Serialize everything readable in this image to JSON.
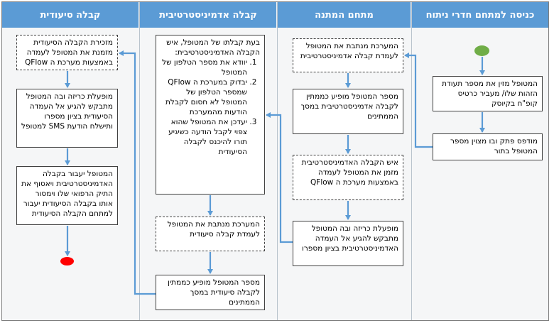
{
  "lanes": [
    {
      "id": "entry",
      "title": "כניסה למתחם חדרי ניתוח"
    },
    {
      "id": "waiting",
      "title": "מתחם המתנה"
    },
    {
      "id": "admin",
      "title": "קבלה אדמיניסטרטיבית"
    },
    {
      "id": "nursing",
      "title": "קבלה סיעודית"
    }
  ],
  "nodes": {
    "entry_1": "המטופל מזין את מספר תעודת הזהות שלו/ מעביר כרטיס קופ\"ח בקיוסק",
    "entry_2": "מודפס פתק ובו מצוין מספר המטופל בתור",
    "wait_1": "המערכת מנתבת את המטופל לעמדת קבלה אדמיניסטרטיבית",
    "wait_2": "מספר המטופל מופיע כממתין לקבלה אדמיניסטרטיבית במסך הממתינים",
    "wait_3": "איש הקבלה האדמיניסטרטיבית מזמן את המטופל לעמדה באמצעות מערכת ה QFlow",
    "wait_4": "מופעלת כריזה ובה המטופל מתבקש להגיע אל העמדה האדמיניסטרטיבית בציון מספרו",
    "admin_1": {
      "intro": "בעת קבלתו של המטופל, איש הקבלה האדמיניסטרטיבית:",
      "steps": [
        "יוודא את מספר הטלפון של המטופל",
        "יבדוק במערכת ה QFlow שמספר הטלפון של המטופל לא חסום לקבלת הודעות מהמערכת",
        "יעדכן את המטופל שהוא צפוי לקבל הודעה כשיגיע תורו להיכנס לקבלה הסיעודית"
      ]
    },
    "admin_2": "המערכת מנתבת את המטופל לעמדת קבלה סיעודית",
    "admin_3": "מספר המטופל מופיע כממתין לקבלה סיעודית במסך הממתינים",
    "nurse_1": "מזכירת הקבלה הסיעודית מזמנת את המטופל לעמדה באמצעות מערכת ה QFlow",
    "nurse_2": "מופעלת כריזה ובה המטופל מתבקש להגיע אל העמדה הסיעודית בציון מספרו ותישלח הודעת SMS למטופל",
    "nurse_3": "המטופל יעבור בקבלה האדמיניסטרטיבית ויאסוף את התיק הרפואי שלו וימסור אותו בקבלה הסיעודית יעבור למתחם הקבלה הסיעודית"
  },
  "colors": {
    "header": "#5b9bd5",
    "arrow": "#5b9bd5",
    "start": "#70ad47",
    "end": "#ff0000"
  }
}
